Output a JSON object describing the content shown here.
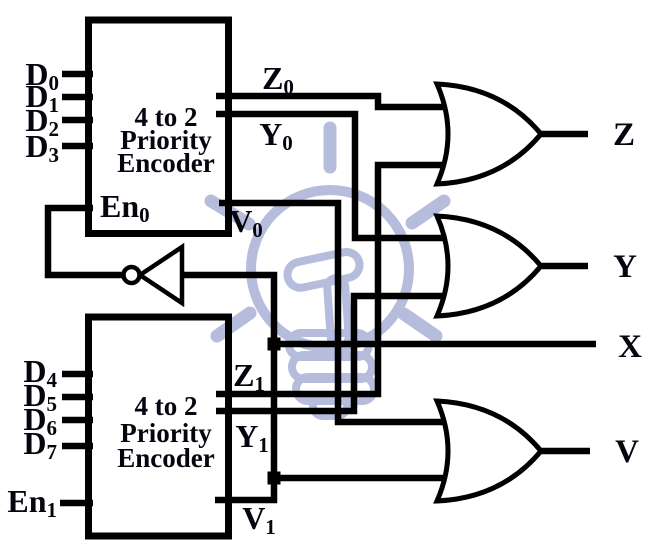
{
  "figure": {
    "type": "logic-circuit-diagram",
    "description": "8-to-3 priority encoder built from two 4-to-2 priority encoders, one NOT gate and three OR gates",
    "colors": {
      "background": "#ffffff",
      "wire": "#000000",
      "watermark": "#b6bcdb"
    },
    "encoder1": {
      "title_lines": [
        "4 to 2",
        "Priority",
        "Encoder"
      ],
      "inputs": [
        {
          "base": "D",
          "sub": "0"
        },
        {
          "base": "D",
          "sub": "1"
        },
        {
          "base": "D",
          "sub": "2"
        },
        {
          "base": "D",
          "sub": "3"
        }
      ],
      "enable": {
        "base": "En",
        "sub": "0"
      },
      "outputs": [
        {
          "base": "Z",
          "sub": "0"
        },
        {
          "base": "Y",
          "sub": "0"
        },
        {
          "base": "V",
          "sub": "0"
        }
      ]
    },
    "encoder2": {
      "title_lines": [
        "4 to 2",
        "Priority",
        "Encoder"
      ],
      "inputs": [
        {
          "base": "D",
          "sub": "4"
        },
        {
          "base": "D",
          "sub": "5"
        },
        {
          "base": "D",
          "sub": "6"
        },
        {
          "base": "D",
          "sub": "7"
        }
      ],
      "enable": {
        "base": "En",
        "sub": "1"
      },
      "outputs": [
        {
          "base": "Z",
          "sub": "1"
        },
        {
          "base": "Y",
          "sub": "1"
        },
        {
          "base": "V",
          "sub": "1"
        }
      ]
    },
    "gates": {
      "or_z": {
        "type": "OR",
        "inputs": [
          "Z0",
          "Z1"
        ],
        "output": "Z"
      },
      "or_y": {
        "type": "OR",
        "inputs": [
          "Y0",
          "Y1"
        ],
        "output": "Y"
      },
      "or_v": {
        "type": "OR",
        "inputs": [
          "V0",
          "V1"
        ],
        "output": "V"
      },
      "not1": {
        "type": "NOT",
        "input": "V1",
        "output": "En0"
      }
    },
    "final_outputs": {
      "z": "Z",
      "y": "Y",
      "x": "X",
      "v": "V"
    }
  }
}
